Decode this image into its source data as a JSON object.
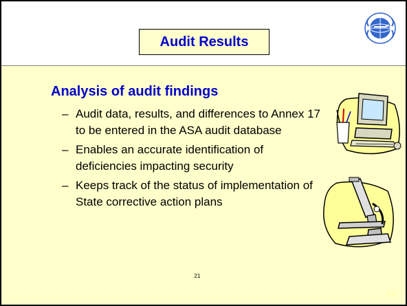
{
  "slide": {
    "title": "Audit Results",
    "heading": "Analysis of audit findings",
    "bullet_marker": "–",
    "bullets": [
      {
        "text": "Audit data, results, and differences to Annex 17 to be entered in the ASA audit database"
      },
      {
        "text": "Enables an accurate identification of deficiencies impacting security"
      },
      {
        "text": "Keeps track of the status of implementation of State corrective action plans"
      }
    ],
    "slide_number_center": "21",
    "slide_number_right": "21"
  },
  "icons": {
    "logo": "icao-emblem-icon",
    "clipart_1": "computer-clipart-icon",
    "clipart_2": "microscope-clipart-icon"
  },
  "colors": {
    "background": "#ffffcc",
    "header_background": "#ffffff",
    "title_text": "#0000cc",
    "body_text": "#000000",
    "logo_blue": "#3366cc"
  }
}
